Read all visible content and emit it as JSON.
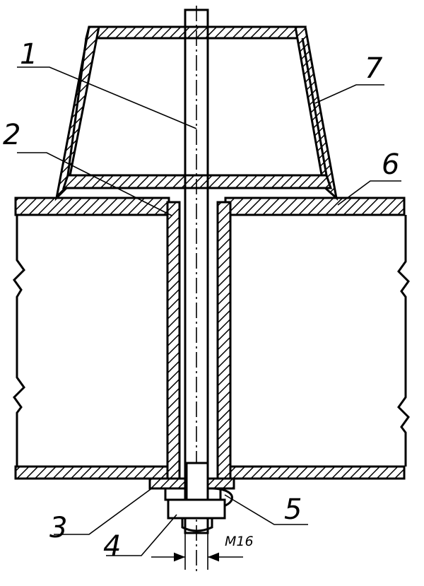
{
  "callouts": {
    "p1": "1",
    "p2": "2",
    "p3": "3",
    "p4": "4",
    "p5": "5",
    "p6": "6",
    "p7": "7"
  },
  "dimension": {
    "thread": "M16"
  }
}
